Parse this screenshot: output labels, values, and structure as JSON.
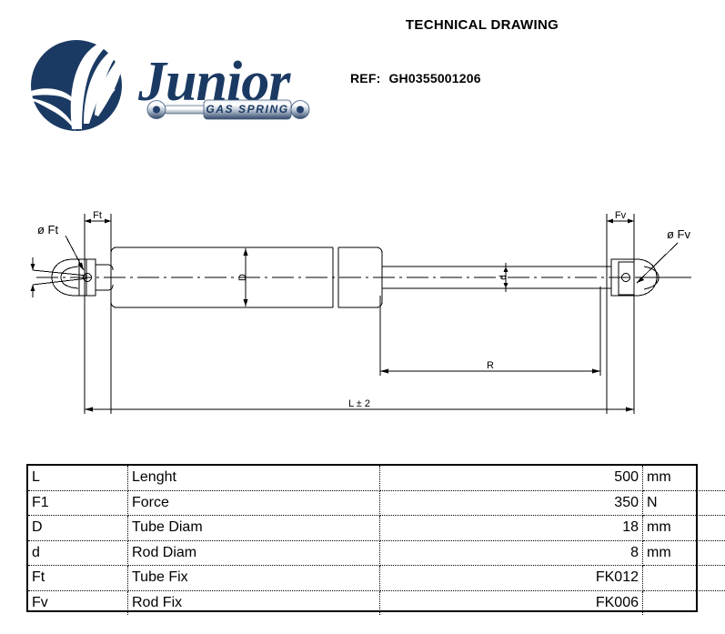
{
  "header": {
    "title": "TECHNICAL DRAWING",
    "ref_label": "REF:",
    "ref_value": "GH0355001206"
  },
  "logo": {
    "brand": "Junior",
    "tagline": "GAS SPRING",
    "primary_color": "#1b3a63",
    "accent_color": "#25456f"
  },
  "drawing": {
    "labels": {
      "ft_dim": "Ft",
      "fv_dim": "Fv",
      "phi_ft": "ø Ft",
      "phi_fv": "ø Fv",
      "tube_diam": "D",
      "rod_diam": "d",
      "stroke": "R",
      "length": "L ± 2"
    },
    "line_color": "#000000"
  },
  "spec_table": {
    "rows": [
      {
        "symbol": "L",
        "description": "Lenght",
        "value": "500",
        "unit": "mm"
      },
      {
        "symbol": "F1",
        "description": "Force",
        "value": "350",
        "unit": "N"
      },
      {
        "symbol": "D",
        "description": "Tube Diam",
        "value": "18",
        "unit": "mm"
      },
      {
        "symbol": "d",
        "description": "Rod Diam",
        "value": "8",
        "unit": "mm"
      },
      {
        "symbol": "Ft",
        "description": "Tube Fix",
        "value": "FK012",
        "unit": ""
      },
      {
        "symbol": "Fv",
        "description": "Rod Fix",
        "value": "FK006",
        "unit": ""
      }
    ]
  }
}
